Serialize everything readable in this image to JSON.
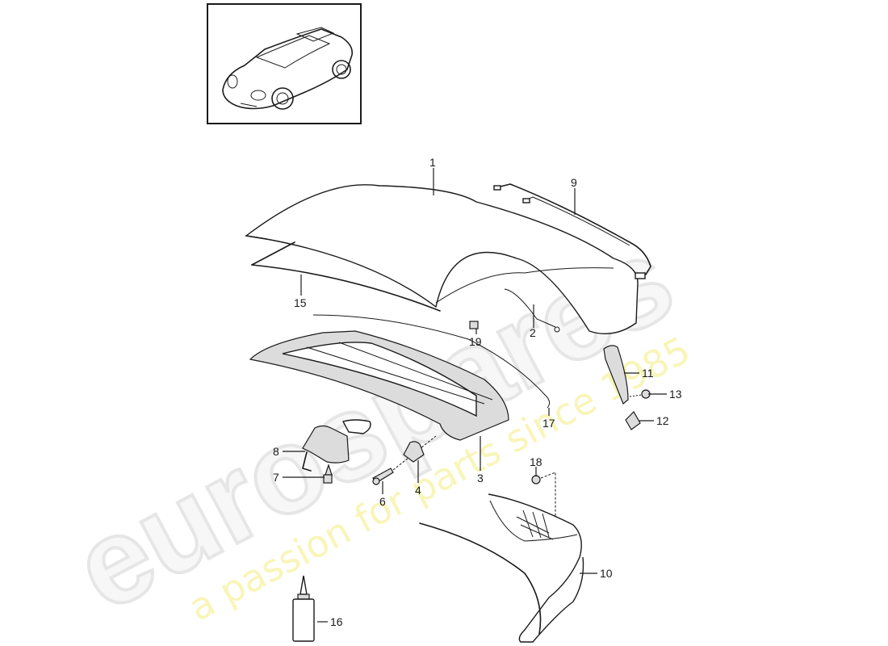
{
  "diagram": {
    "type": "exploded parts diagram",
    "subject": "convertible top / soft top assembly",
    "thumbnail": {
      "description": "convertible sports car, top down"
    },
    "watermark": {
      "brand": "eurospares",
      "tagline": "a passion for parts since 1985",
      "colors": {
        "brand": "#e6e6e6",
        "tagline": "#f8f5b8"
      }
    },
    "callouts": [
      {
        "id": "c1",
        "label": "1",
        "part": "top cover"
      },
      {
        "id": "c2",
        "label": "2",
        "part": "tensioning cable"
      },
      {
        "id": "c3",
        "label": "3",
        "part": "front roof frame / header"
      },
      {
        "id": "c4",
        "label": "4",
        "part": "bracket"
      },
      {
        "id": "c6",
        "label": "6",
        "part": "bolt"
      },
      {
        "id": "c7",
        "label": "7",
        "part": "screw"
      },
      {
        "id": "c8",
        "label": "8",
        "part": "lock"
      },
      {
        "id": "c9",
        "label": "9",
        "part": "wiring harness"
      },
      {
        "id": "c10",
        "label": "10",
        "part": "rear trim panel"
      },
      {
        "id": "c11",
        "label": "11",
        "part": "pillar trim"
      },
      {
        "id": "c12",
        "label": "12",
        "part": "clip"
      },
      {
        "id": "c13",
        "label": "13",
        "part": "expanding rivet"
      },
      {
        "id": "c15",
        "label": "15",
        "part": "liner"
      },
      {
        "id": "c16",
        "label": "16",
        "part": "adhesive bottle"
      },
      {
        "id": "c17",
        "label": "17",
        "part": "cable"
      },
      {
        "id": "c18",
        "label": "18",
        "part": "clip nut"
      },
      {
        "id": "c19",
        "label": "19",
        "part": "clip"
      }
    ],
    "colors": {
      "line": "#1a1a1a",
      "background": "#ffffff"
    }
  }
}
